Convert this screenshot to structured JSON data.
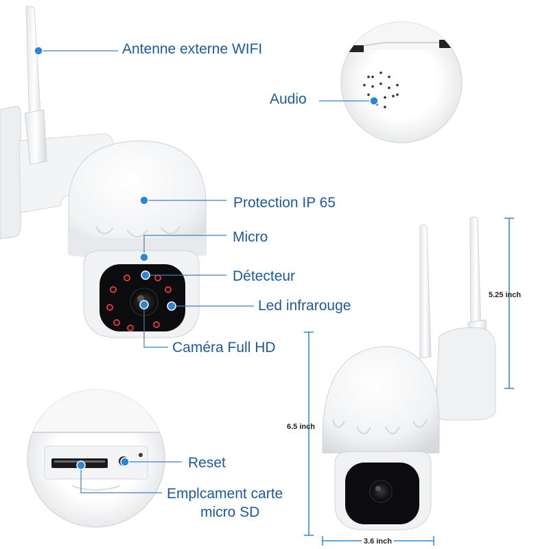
{
  "labels": {
    "antenna": "Antenne externe WIFI",
    "audio": "Audio",
    "ip65": "Protection IP 65",
    "micro": "Micro",
    "detector": "Détecteur",
    "infrared": "Led infrarouge",
    "camera": "Caméra Full HD",
    "reset": "Reset",
    "sd_line1": "Emplcament carte",
    "sd_line2": "micro SD"
  },
  "dimensions": {
    "height_top": "5.25 inch",
    "height_body": "6.5 inch",
    "width": "3.6 inch"
  },
  "colors": {
    "label_text": "#1c5a9c",
    "pointer_dot": "#2a86d8",
    "pointer_line": "#3a7fc4",
    "ir_led": "#d83a3a"
  }
}
